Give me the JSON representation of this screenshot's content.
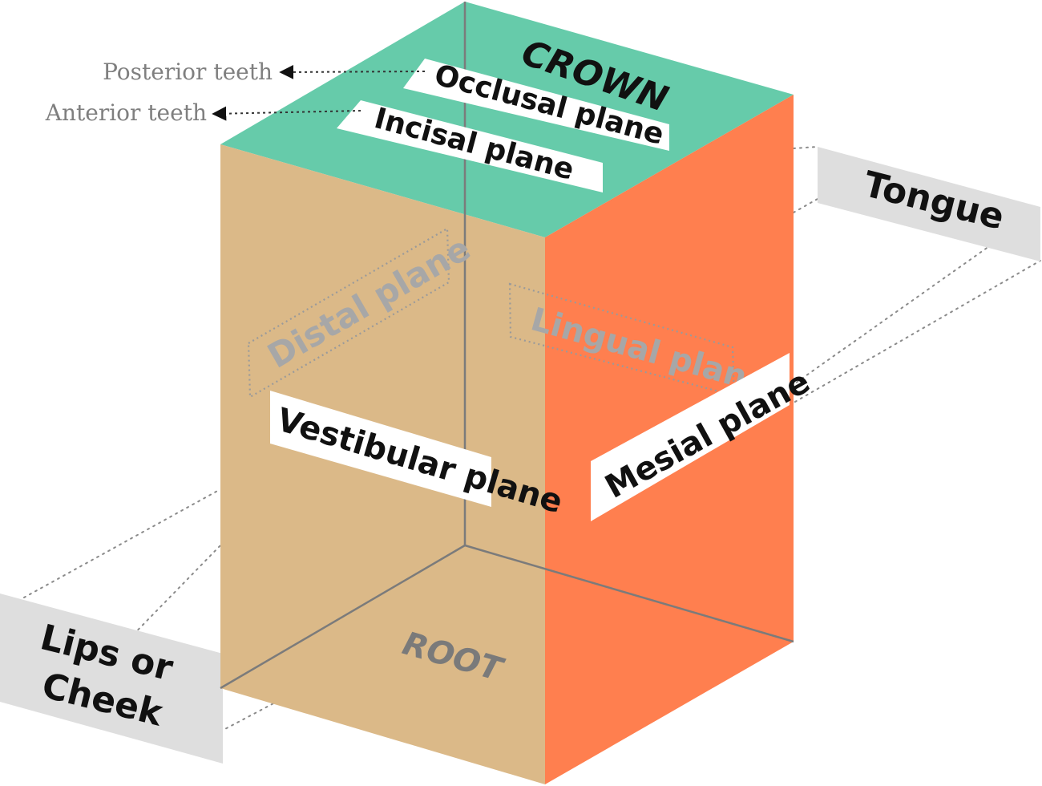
{
  "colors": {
    "crown_top": "#66CBAA",
    "vestibular_face": "#DBB988",
    "mesial_face": "#FF7F4F",
    "label_bg": "#FFFFFF",
    "side_panel": "#DEDEDE",
    "hidden_text": "#A7A7A7",
    "edge": "#7B7B7B",
    "arrow_text": "#7F7F7F"
  },
  "labels": {
    "crown": "CROWN",
    "root": "ROOT",
    "occlusal_plane": "Occlusal plane",
    "incisal_plane": "Incisal plane",
    "posterior_teeth": "Posterior teeth",
    "anterior_teeth": "Anterior teeth",
    "distal_plane": "Distal plane",
    "lingual_plane": "Lingual plane",
    "vestibular_plane": "Vestibular plane",
    "mesial_plane": "Mesial plane",
    "tongue": "Tongue",
    "lips_line1": "Lips or",
    "lips_line2": "Cheek"
  }
}
